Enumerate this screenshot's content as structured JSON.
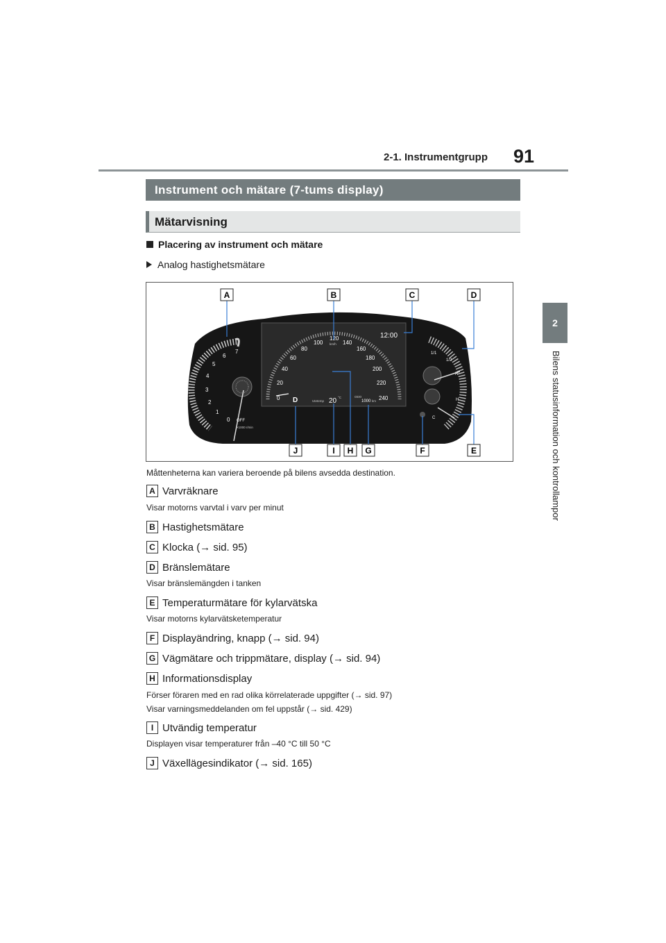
{
  "header": {
    "page_number": "91",
    "section": "2-1. Instrumentgrupp"
  },
  "side_tab": {
    "number": "2",
    "title": "Bilens statusinformation och kontrollampor"
  },
  "headings": {
    "main": "Instrument och mätare (7-tums display)",
    "sub": "Mätarvisning"
  },
  "placement": {
    "title": "Placering av instrument och mätare",
    "variant": "Analog hastighetsmätare"
  },
  "figure": {
    "callouts_top": [
      "A",
      "B",
      "C",
      "D"
    ],
    "callouts_bottom": [
      "J",
      "I",
      "H",
      "G",
      "F",
      "E"
    ],
    "tach_labels": [
      "0",
      "1",
      "2",
      "3",
      "4",
      "5",
      "6",
      "7"
    ],
    "tach_unit": "×1000 r/min",
    "off_label": "OFF",
    "speed_labels": [
      "0",
      "20",
      "40",
      "60",
      "80",
      "100",
      "120",
      "140",
      "160",
      "180",
      "200",
      "220",
      "240"
    ],
    "speed_unit": "km/h",
    "clock": "12:00",
    "gear": "D",
    "temp_label": "Utetemp",
    "temp_value": "20",
    "temp_unit": "°C",
    "odo_label": "ODO",
    "odo_value": "1000",
    "odo_unit": "km",
    "fuel_full": "1/1",
    "fuel_half": "1/2",
    "fuel_r": "R",
    "coolant_h": "H",
    "coolant_c": "C"
  },
  "caption": "Måttenheterna kan variera beroende på bilens avsedda destination.",
  "items": [
    {
      "letter": "A",
      "title": "Varvräknare",
      "desc": "Visar motorns varvtal i varv per minut"
    },
    {
      "letter": "B",
      "title": "Hastighetsmätare"
    },
    {
      "letter": "C",
      "title": "Klocka (→ sid. 95)"
    },
    {
      "letter": "D",
      "title": "Bränslemätare",
      "desc": "Visar bränslemängden i tanken"
    },
    {
      "letter": "E",
      "title": "Temperaturmätare för kylarvätska",
      "desc": "Visar motorns kylarvätsketemperatur"
    },
    {
      "letter": "F",
      "title": "Displayändring, knapp (→ sid. 94)"
    },
    {
      "letter": "G",
      "title": "Vägmätare och trippmätare, display (→ sid. 94)"
    },
    {
      "letter": "H",
      "title": "Informationsdisplay",
      "desc": "Förser föraren med en rad olika körrelaterade uppgifter (→ sid. 97)",
      "desc2": "Visar varningsmeddelanden om fel uppstår (→ sid. 429)"
    },
    {
      "letter": "I",
      "title": "Utvändig temperatur",
      "desc": "Displayen visar temperaturer från –40 °C till 50 °C"
    },
    {
      "letter": "J",
      "title": "Växellägesindikator (→ sid. 165)"
    }
  ]
}
